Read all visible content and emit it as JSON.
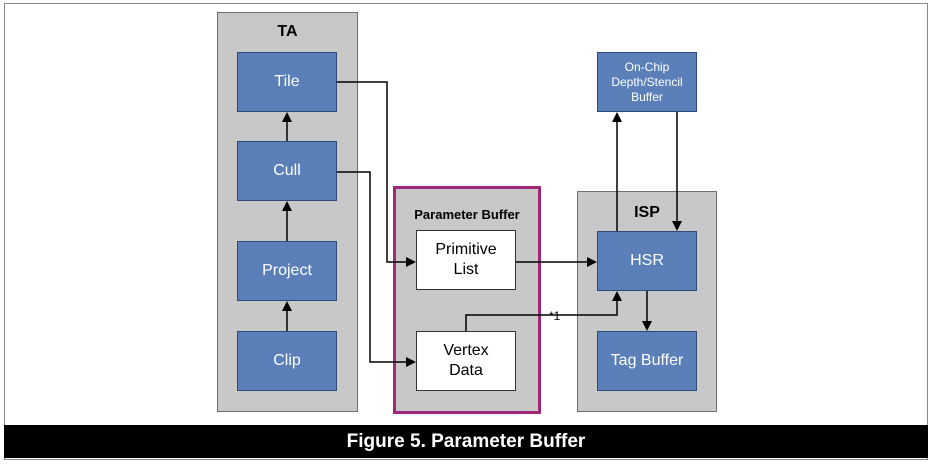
{
  "ta": {
    "title": "TA",
    "tile": "Tile",
    "cull": "Cull",
    "project": "Project",
    "clip": "Clip"
  },
  "parameter_buffer": {
    "title": "Parameter Buffer",
    "primitive_list": "Primitive\nList",
    "vertex_data": "Vertex\nData"
  },
  "isp": {
    "title": "ISP",
    "hsr": "HSR",
    "tag_buffer": "Tag Buffer"
  },
  "depth_buffer": "On-Chip\nDepth/Stencil\nBuffer",
  "note_label": "*1",
  "caption": "Figure 5. Parameter Buffer",
  "colors": {
    "blue_box": "#5b7fb8",
    "group_fill": "#c8c8c8",
    "parameter_buffer_border": "#a0287a",
    "caption_bar": "#000000"
  }
}
